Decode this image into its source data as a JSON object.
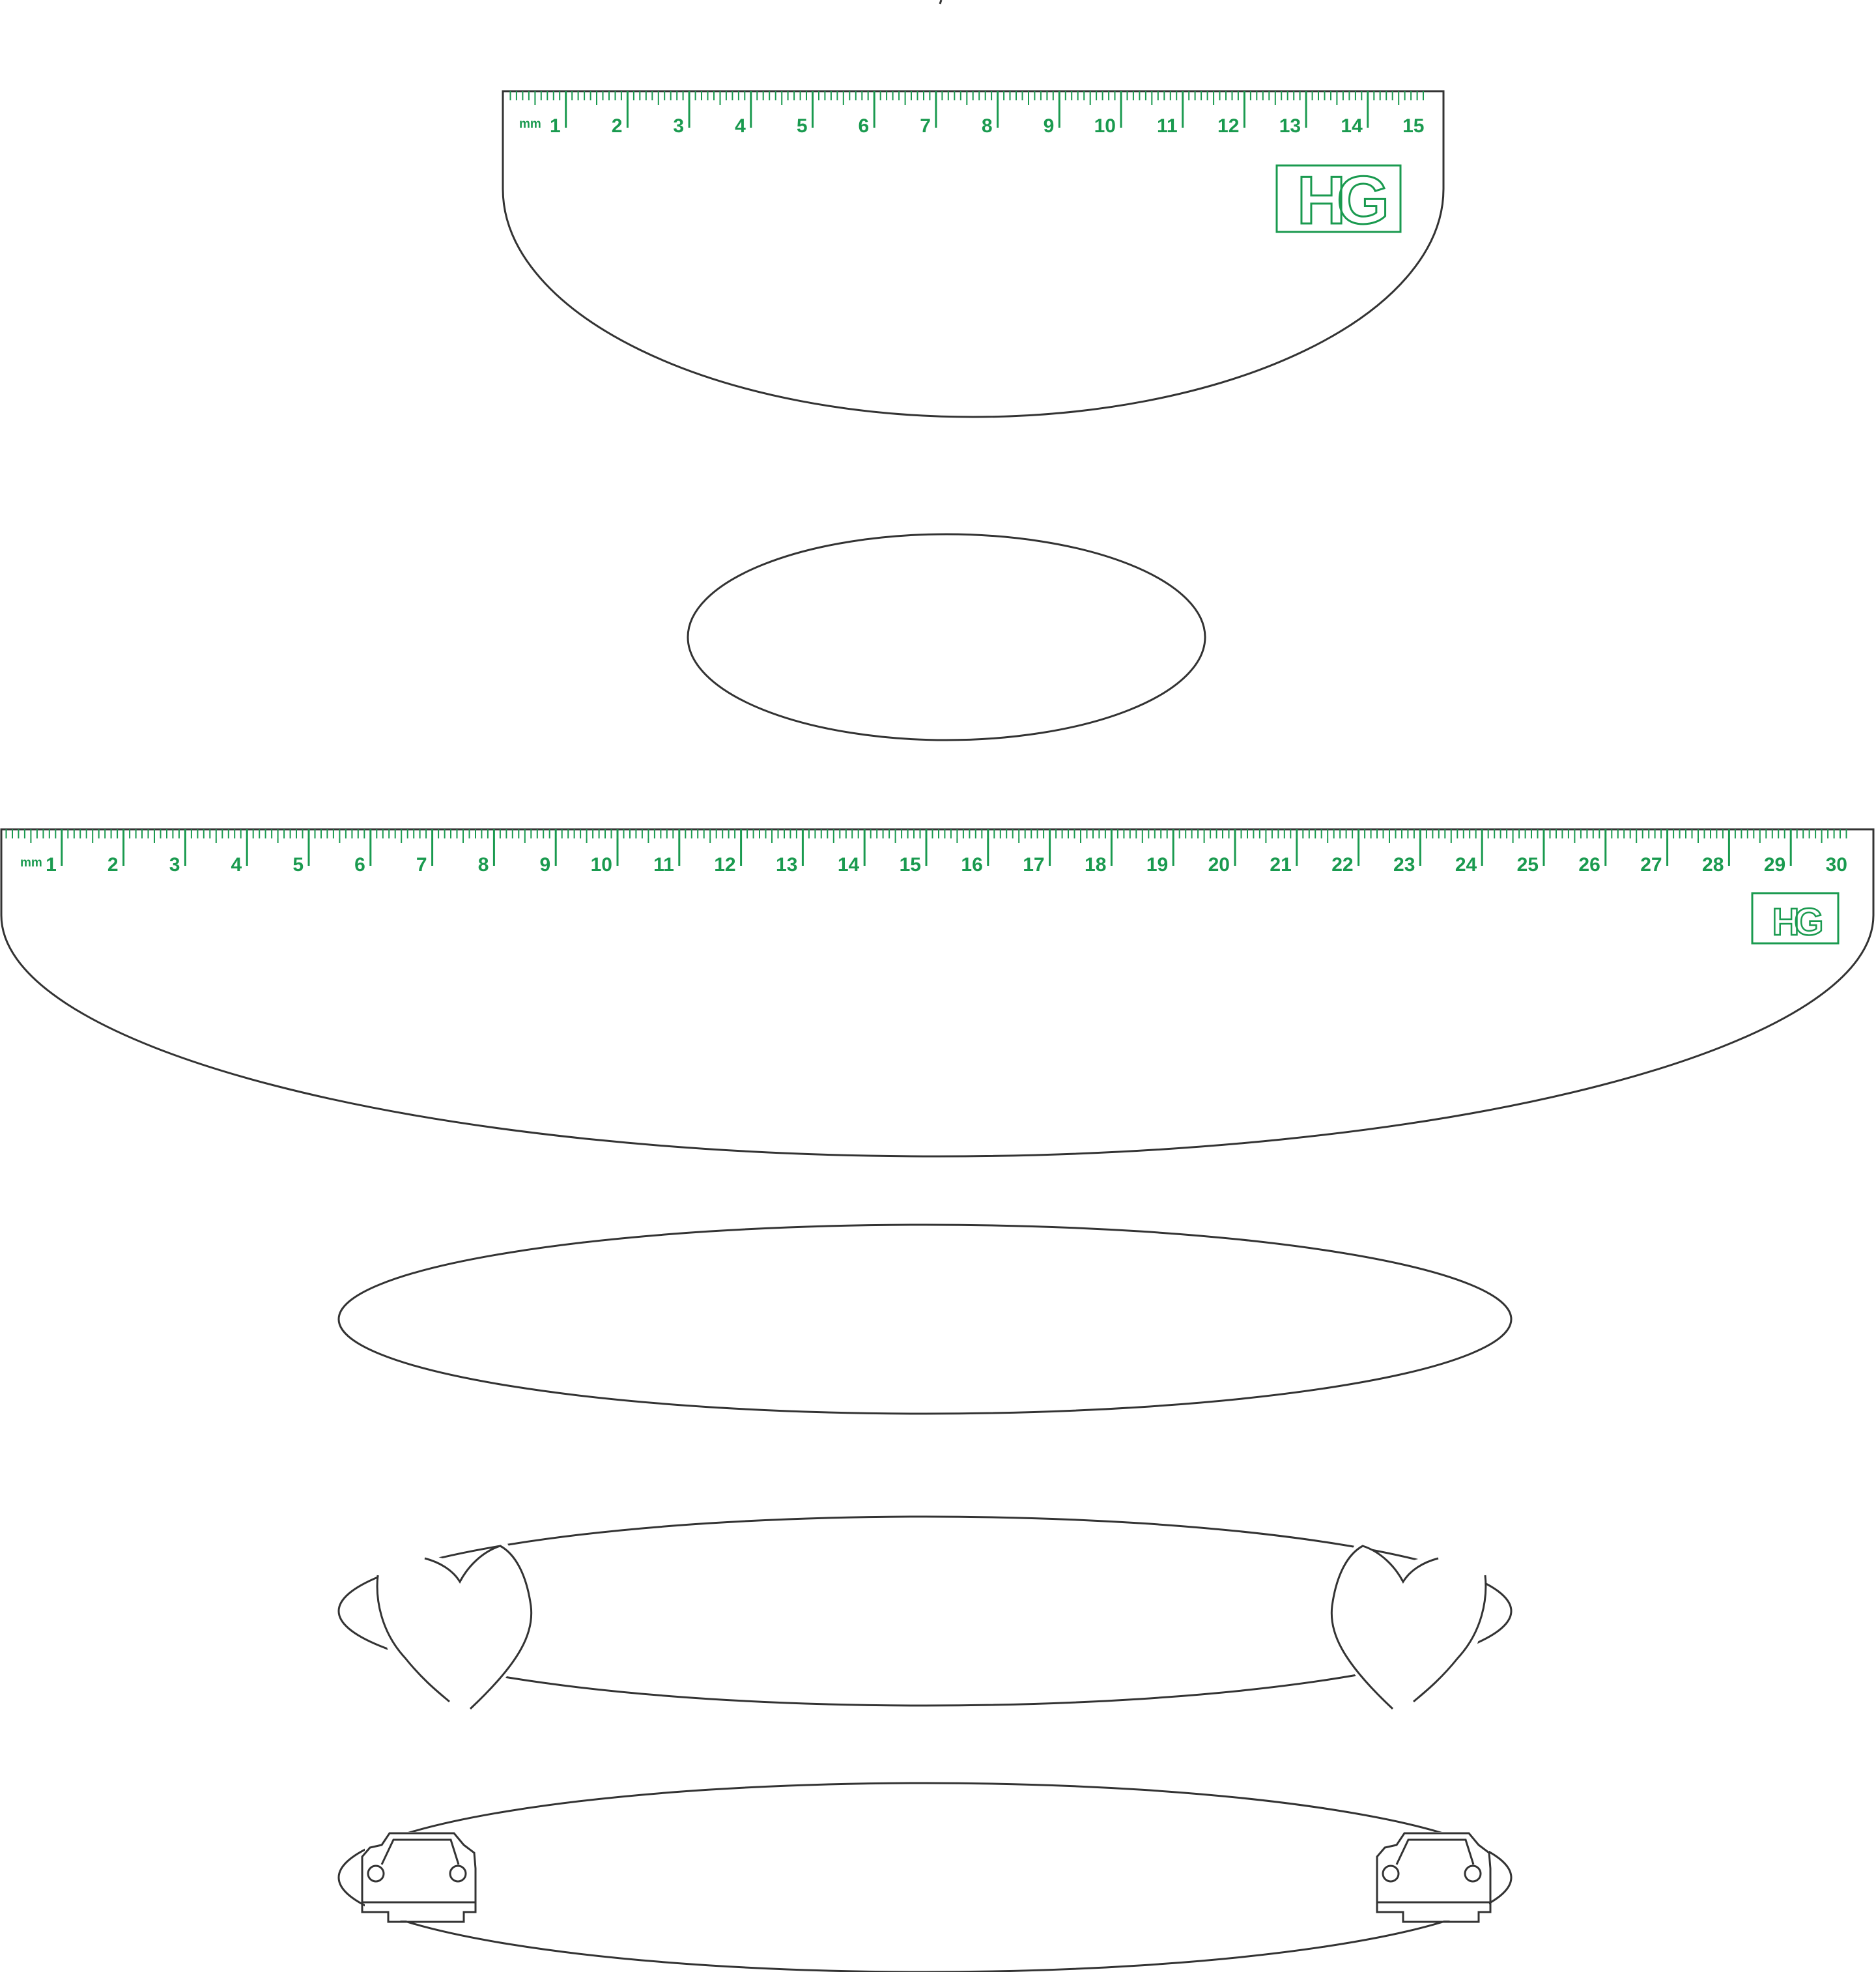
{
  "colors": {
    "outline": "#333333",
    "ruler_green": "#1a9a4f",
    "background": "#ffffff"
  },
  "ruler_small": {
    "unit_label": "mm",
    "max_cm": 15,
    "logo_text": "HG"
  },
  "ruler_large": {
    "unit_label": "mm",
    "max_cm": 30,
    "logo_text": "HG"
  },
  "shapes": [
    {
      "kind": "ellipse",
      "name": "small-oval"
    },
    {
      "kind": "ellipse",
      "name": "long-oval"
    },
    {
      "kind": "ellipse-with-cutouts",
      "name": "heart-oval",
      "icon": "heart-icon"
    },
    {
      "kind": "ellipse-with-cutouts",
      "name": "car-oval",
      "icon": "car-icon"
    }
  ]
}
